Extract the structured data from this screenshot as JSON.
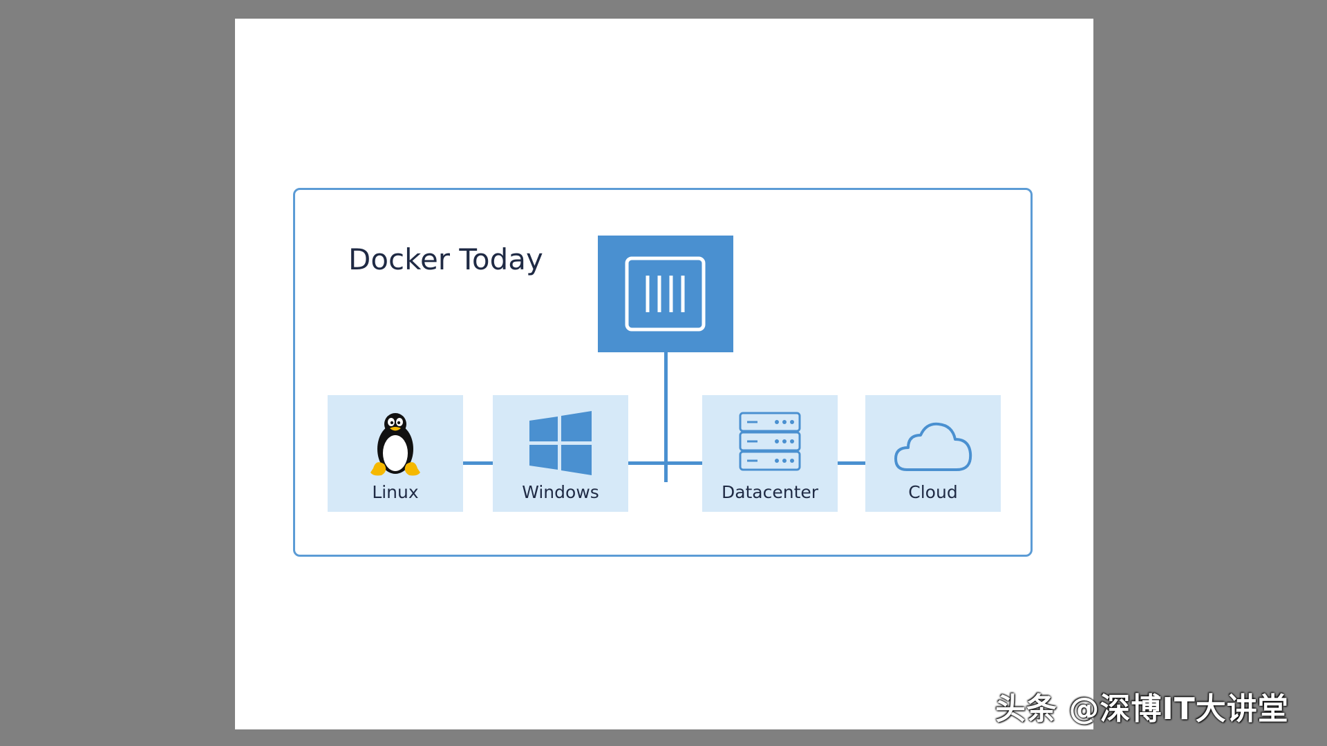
{
  "diagram": {
    "title": "Docker Today",
    "platforms": [
      {
        "label": "Linux",
        "icon": "linux-penguin-icon"
      },
      {
        "label": "Windows",
        "icon": "windows-logo-icon"
      },
      {
        "label": "Datacenter",
        "icon": "server-rack-icon"
      },
      {
        "label": "Cloud",
        "icon": "cloud-icon"
      }
    ],
    "colors": {
      "accent": "#4a90d0",
      "tile": "#d6e9f8",
      "frame": "#5b9bd5",
      "text": "#1f2a44"
    }
  },
  "watermark": "头条 @深博IT大讲堂"
}
